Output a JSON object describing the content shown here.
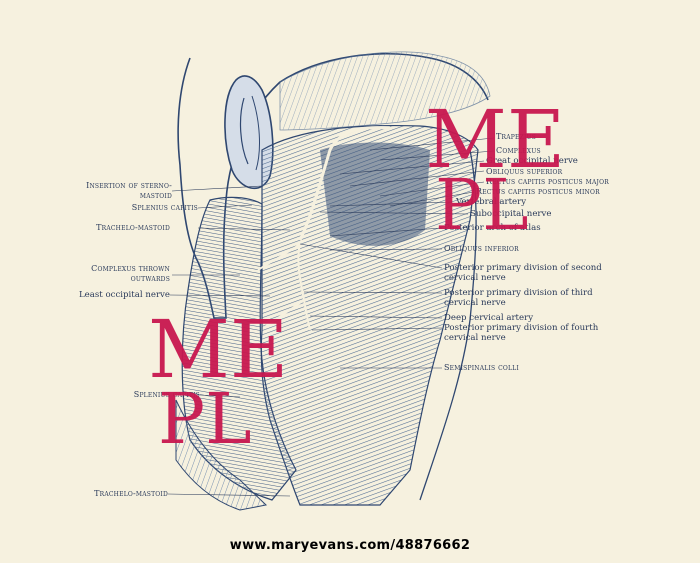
{
  "labels_left": [
    "Insertion of sterno-",
    "mastoid",
    "Splenius capitis",
    "Trachelo-mastoid",
    "Complexus thrown",
    "outwards",
    "Least occipital nerve",
    "Splenius capitis",
    "Trachelo-mastoid"
  ],
  "labels_right": [
    "Trapezius",
    "Complexus",
    "Great occipital nerve",
    "Obliquus superior",
    "Rectus capitis posticus major",
    "Rectus capitis posticus minor",
    "Vertebral artery",
    "Suboccipital nerve",
    "Posterior arch of atlas",
    "Obliquus inferior",
    "Posterior primary division of second",
    "cervical nerve",
    "Posterior primary division of third",
    "cervical nerve",
    "Deep cervical artery",
    "Posterior primary division of fourth",
    "cervical nerve",
    "Semispinalis colli"
  ],
  "watermark": {
    "line1": "ME",
    "line2": "PL",
    "color": "#c8174f"
  },
  "credit": "www.maryevans.com/48876662",
  "colors": {
    "ink": "#2a3a5a",
    "paper": "#f6f1df",
    "muscle": "#8aa3c0"
  }
}
